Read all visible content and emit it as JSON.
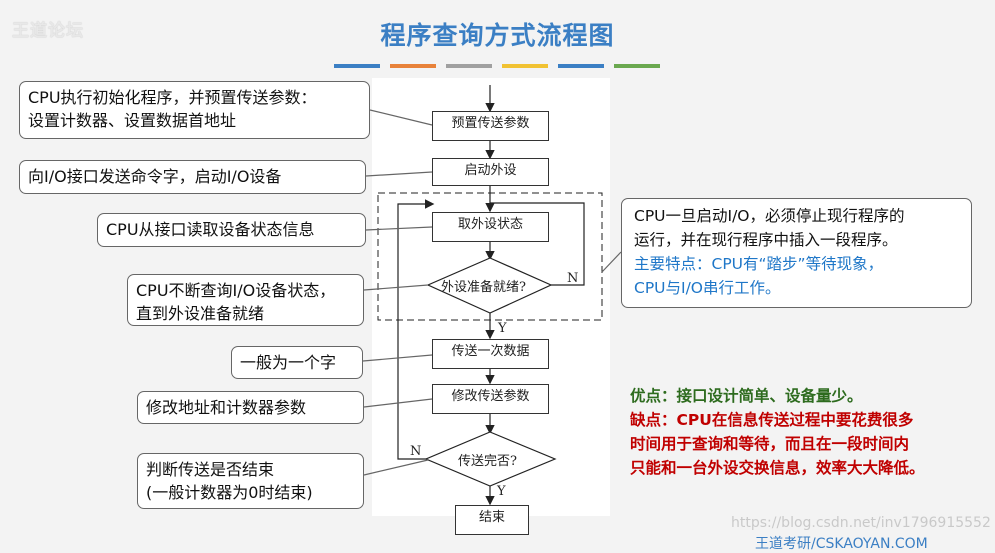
{
  "logo": "王道论坛",
  "title": "程序查询方式流程图",
  "colors": {
    "title": "#3b7fc4",
    "bars": [
      "#3b7fc4",
      "#e8823a",
      "#a0a0a0",
      "#f1c232",
      "#3b7fc4",
      "#6aa84f"
    ],
    "blue": "#1f77c8",
    "green": "#2d6b1e",
    "red": "#c00000"
  },
  "flow": {
    "preset": "预置传送参数",
    "start": "启动外设",
    "read": "取外设状态",
    "ready": "外设准备就绪?",
    "transfer": "传送一次数据",
    "modify": "修改传送参数",
    "done": "传送完否?",
    "end": "结束",
    "n1": "N",
    "y1": "Y",
    "n2": "N",
    "y2": "Y"
  },
  "callouts": {
    "c1": [
      "CPU执行初始化程序，并预置传送参数：",
      "设置计数器、设置数据首地址"
    ],
    "c2": "向I/O接口发送命令字，启动I/O设备",
    "c3": "CPU从接口读取设备状态信息",
    "c4": [
      "CPU不断查询I/O设备状态，",
      "直到外设准备就绪"
    ],
    "c5": "一般为一个字",
    "c6": "修改地址和计数器参数",
    "c7": [
      "判断传送是否结束",
      "(一般计数器为0时结束)"
    ],
    "right": {
      "line1": "CPU一旦启动I/O，必须停止现行程序的",
      "line2": "运行，并在现行程序中插入一段程序。",
      "line3": "主要特点：CPU有“踏步”等待现象，",
      "line4": "CPU与I/O串行工作。"
    }
  },
  "pros": {
    "good": "优点：接口设计简单、设备量少。",
    "bad_label": "缺点：",
    "bad_l1": "CPU在信息传送过程中要花费很多",
    "bad_l2": "时间用于查询和等待，而且在一段时间内",
    "bad_l3": "只能和一台外设交换信息，效率大大降低。"
  },
  "watermark": "https://blog.csdn.net/inv1796915552",
  "watermark2": "王道考研/CSKAOYAN.COM"
}
